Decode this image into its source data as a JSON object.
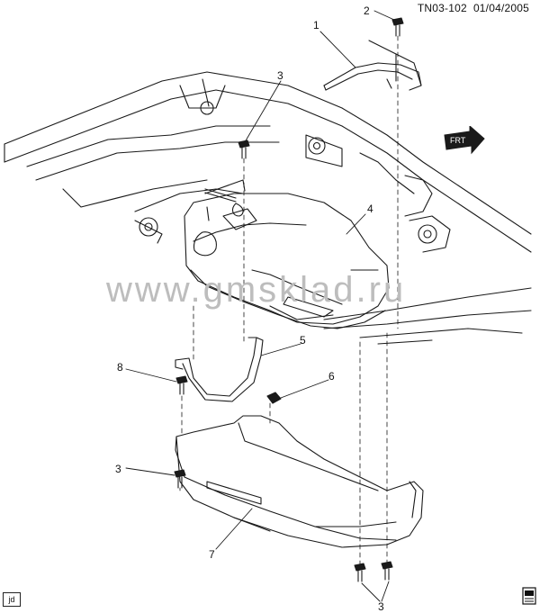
{
  "header": {
    "figure_id": "TN03-102",
    "date": "01/04/2005"
  },
  "watermark": "www.gmsklad.ru",
  "callouts": [
    "1",
    "2",
    "3",
    "3",
    "3",
    "4",
    "5",
    "6",
    "7",
    "8"
  ],
  "direction_label": "FRT",
  "drawer_code": "jd",
  "icons": {
    "direction": "front-arrow-icon",
    "manual": "manual-book-icon"
  }
}
